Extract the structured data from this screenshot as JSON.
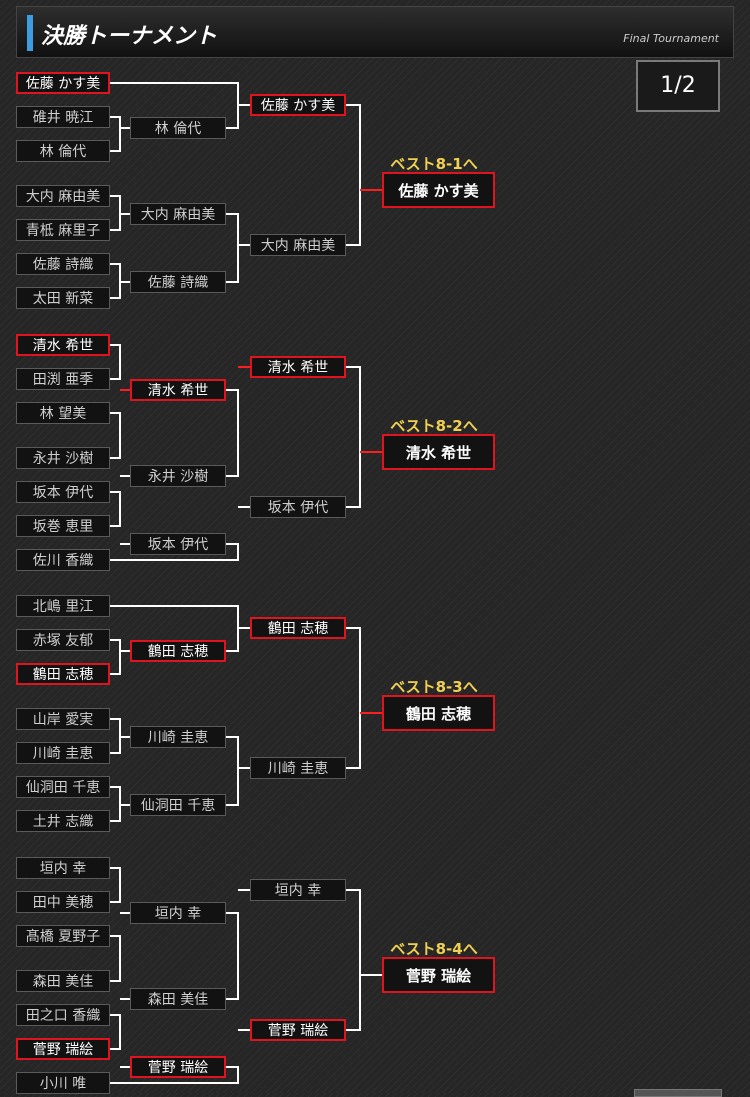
{
  "header": {
    "title": "決勝トーナメント",
    "subtitle": "Final Tournament"
  },
  "pager": {
    "label": "1/2"
  },
  "blocks": [
    {
      "best_label": "ベスト8-1へ",
      "winner": "佐藤 かす美",
      "players": [
        "佐藤 かす美",
        "碓井 暁江",
        "林 倫代",
        "大内 麻由美",
        "青柢 麻里子",
        "佐藤 詩織",
        "太田 新菜"
      ],
      "round2": [
        "林 倫代",
        "大内 麻由美",
        "佐藤 詩織"
      ],
      "round3": [
        "佐藤 かす美",
        "大内 麻由美"
      ]
    },
    {
      "best_label": "ベスト8-2へ",
      "winner": "清水 希世",
      "players": [
        "清水 希世",
        "田渕 亜季",
        "林 望美",
        "永井 沙樹",
        "坂本 伊代",
        "坂巻 恵里",
        "佐川 香織"
      ],
      "round2": [
        "清水 希世",
        "永井 沙樹",
        "坂本 伊代"
      ],
      "round3": [
        "清水 希世",
        "坂本 伊代"
      ]
    },
    {
      "best_label": "ベスト8-3へ",
      "winner": "鶴田 志穂",
      "players": [
        "北嶋 里江",
        "赤塚 友郁",
        "鶴田 志穂",
        "山岸 愛実",
        "川崎 圭恵",
        "仙洞田 千恵",
        "土井 志織"
      ],
      "round2": [
        "鶴田 志穂",
        "川崎 圭恵",
        "仙洞田 千恵"
      ],
      "round3": [
        "鶴田 志穂",
        "川崎 圭恵"
      ]
    },
    {
      "best_label": "ベスト8-4へ",
      "winner": "菅野 瑞絵",
      "players": [
        "垣内 幸",
        "田中 美穂",
        "髙橋 夏野子",
        "森田 美佳",
        "田之口 香織",
        "菅野 瑞絵",
        "小川 唯"
      ],
      "round2": [
        "垣内 幸",
        "森田 美佳",
        "菅野 瑞絵"
      ],
      "round3": [
        "垣内 幸",
        "菅野 瑞絵"
      ]
    }
  ]
}
